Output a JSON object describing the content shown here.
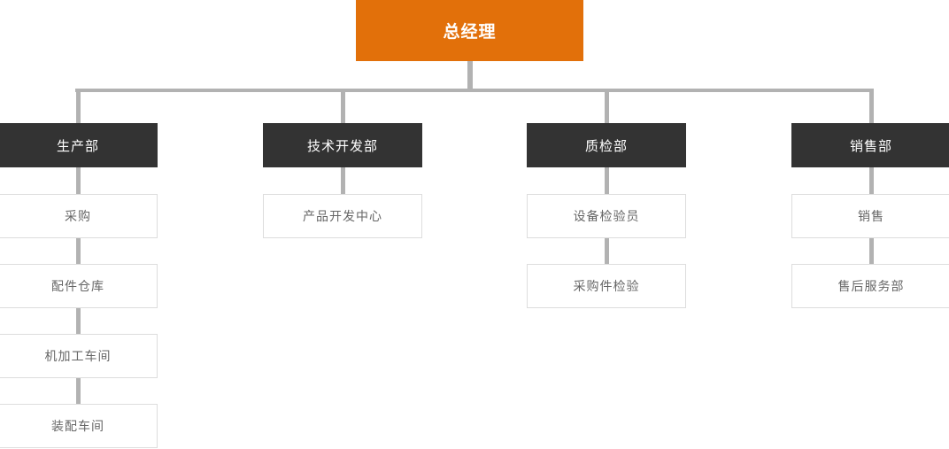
{
  "root": {
    "label": "总经理"
  },
  "departments": [
    {
      "label": "生产部",
      "children": [
        "采购",
        "配件仓库",
        "机加工车间",
        "装配车间"
      ]
    },
    {
      "label": "技术开发部",
      "children": [
        "产品开发中心"
      ]
    },
    {
      "label": "质检部",
      "children": [
        "设备检验员",
        "采购件检验"
      ]
    },
    {
      "label": "销售部",
      "children": [
        "销售",
        "售后服务部"
      ]
    }
  ],
  "colors": {
    "background": "#FFFFFF",
    "root_bg": "#E2700A",
    "root_text": "#FFFFFF",
    "dept_bg": "#333333",
    "dept_text": "#FFFFFF",
    "child_bg": "#FFFFFF",
    "child_border": "#DDDDDD",
    "child_text": "#666666",
    "connector": "#B2B2B2"
  }
}
